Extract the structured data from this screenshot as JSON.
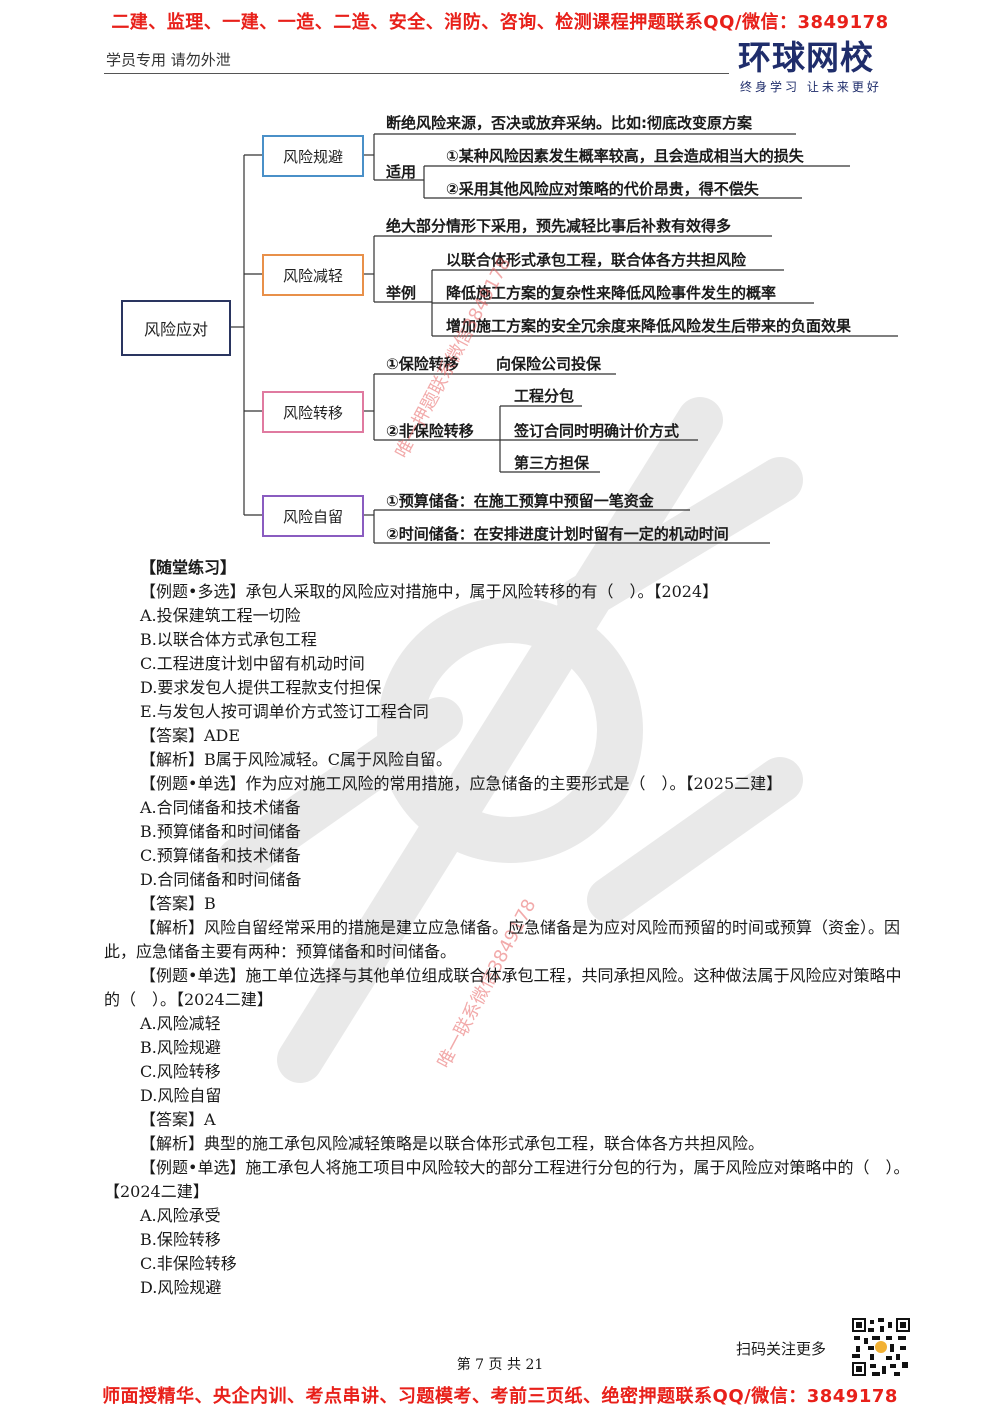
{
  "top_banner": "二建、监理、一建、一造、二造、安全、消防、咨询、检测课程押题联系QQ/微信：3849178",
  "header_note": "学员专用 请勿外泄",
  "logo": {
    "name": "环球网校",
    "slogan": "终身学习 让未来更好"
  },
  "mindmap": {
    "root": "风险应对",
    "b1": {
      "label": "风险规避",
      "desc": "断绝风险来源，否决或放弃采纳。比如:彻底改变原方案",
      "sub": "适用",
      "items": [
        "①某种风险因素发生概率较高，且会造成相当大的损失",
        "②采用其他风险应对策略的代价昂贵，得不偿失"
      ]
    },
    "b2": {
      "label": "风险减轻",
      "desc": "绝大部分情形下采用，预先减轻比事后补救有效得多",
      "sub": "举例",
      "items": [
        "以联合体形式承包工程，联合体各方共担风险",
        "降低施工方案的复杂性来降低风险事件发生的概率",
        "增加施工方案的安全冗余度来降低风险发生后带来的负面效果"
      ]
    },
    "b3": {
      "label": "风险转移",
      "t1": "①保险转移",
      "t1b": "向保险公司投保",
      "t2": "②非保险转移",
      "items": [
        "工程分包",
        "签订合同时明确计价方式",
        "第三方担保"
      ]
    },
    "b4": {
      "label": "风险自留",
      "items": [
        "①预算储备：在施工预算中预留一笔资金",
        "②时间储备：在安排进度计划时留有一定的机动时间"
      ]
    }
  },
  "content": {
    "section": "【随堂练习】",
    "lines": [
      "【例题•多选】承包人采取的风险应对措施中，属于风险转移的有（　）。【2024】",
      "A.投保建筑工程一切险",
      "B.以联合体方式承包工程",
      "C.工程进度计划中留有机动时间",
      "D.要求发包人提供工程款支付担保",
      "E.与发包人按可调单价方式签订工程合同",
      "【答案】ADE",
      "【解析】B属于风险减轻。C属于风险自留。",
      "【例题•单选】作为应对施工风险的常用措施，应急储备的主要形式是（　）。【2025二建】",
      "A.合同储备和技术储备",
      "B.预算储备和时间储备",
      "C.预算储备和技术储备",
      "D.合同储备和时间储备",
      "【答案】B"
    ],
    "para1": "【解析】风险自留经常采用的措施是建立应急储备。应急储备是为应对风险而预留的时间或预算（资金）。因此，应急储备主要有两种：预算储备和时间储备。",
    "para2": "【例题•单选】施工单位选择与其他单位组成联合体承包工程，共同承担风险。这种做法属于风险应对策略中的（　）。【2024二建】",
    "lines2": [
      "A.风险减轻",
      "B.风险规避",
      "C.风险转移",
      "D.风险自留",
      "【答案】A",
      "【解析】典型的施工承包风险减轻策略是以联合体形式承包工程，联合体各方共担风险。"
    ],
    "para3": "【例题•单选】施工承包人将施工项目中风险较大的部分工程进行分包的行为，属于风险应对策略中的（　）。【2024二建】",
    "lines3": [
      "A.风险承受",
      "B.保险转移",
      "C.非保险转移",
      "D.风险规避"
    ]
  },
  "watermarks": [
    "唯一押题联系微信3849178",
    "唯一联系微信3849178"
  ],
  "qr_label": "扫码关注更多",
  "page_number": "第 7 页 共 21",
  "bottom_banner": "师面授精华、央企内训、考点串讲、习题模考、考前三页纸、绝密押题联系QQ/微信：3849178",
  "colors": {
    "banner": "#e8201a",
    "node_blue": "#4a90c8",
    "node_orange": "#e8904a",
    "node_pink": "#e07aa0",
    "node_purple": "#8a5cc0",
    "root": "#2a3560"
  }
}
